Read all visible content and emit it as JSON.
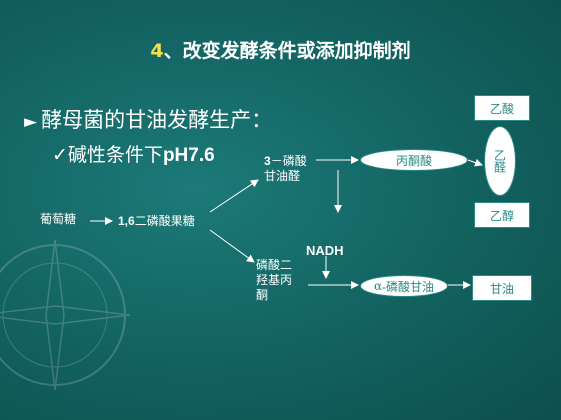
{
  "title": {
    "number": "4",
    "text": "、改变发酵条件或添加抑制剂"
  },
  "bullet": {
    "marker": "►",
    "text": "酵母菌的甘油发酵生产："
  },
  "sub_bullet": {
    "marker": "✓",
    "text": "碱性条件下",
    "ph": "pH7.6"
  },
  "diagram": {
    "glucose": "葡萄糖",
    "fbp_num": "1,6",
    "fbp_text": "二磷酸果糖",
    "g3p_num": "3",
    "g3p_line1": "－磷酸",
    "g3p_line2": "甘油醛",
    "dhap_line1": "磷酸二",
    "dhap_line2": "羟基丙",
    "dhap_line3": "酮",
    "nadh": "NADH",
    "pyruvate": "丙酮酸",
    "acetaldehyde": "乙醛",
    "acetic_acid": "乙酸",
    "ethanol": "乙醇",
    "alpha_g3p_prefix": "α",
    "alpha_g3p_text": "-磷酸甘油",
    "glycerol": "甘油"
  },
  "colors": {
    "background": "#12615f",
    "title_number": "#f2e24a",
    "box_text": "#2a8a86"
  }
}
